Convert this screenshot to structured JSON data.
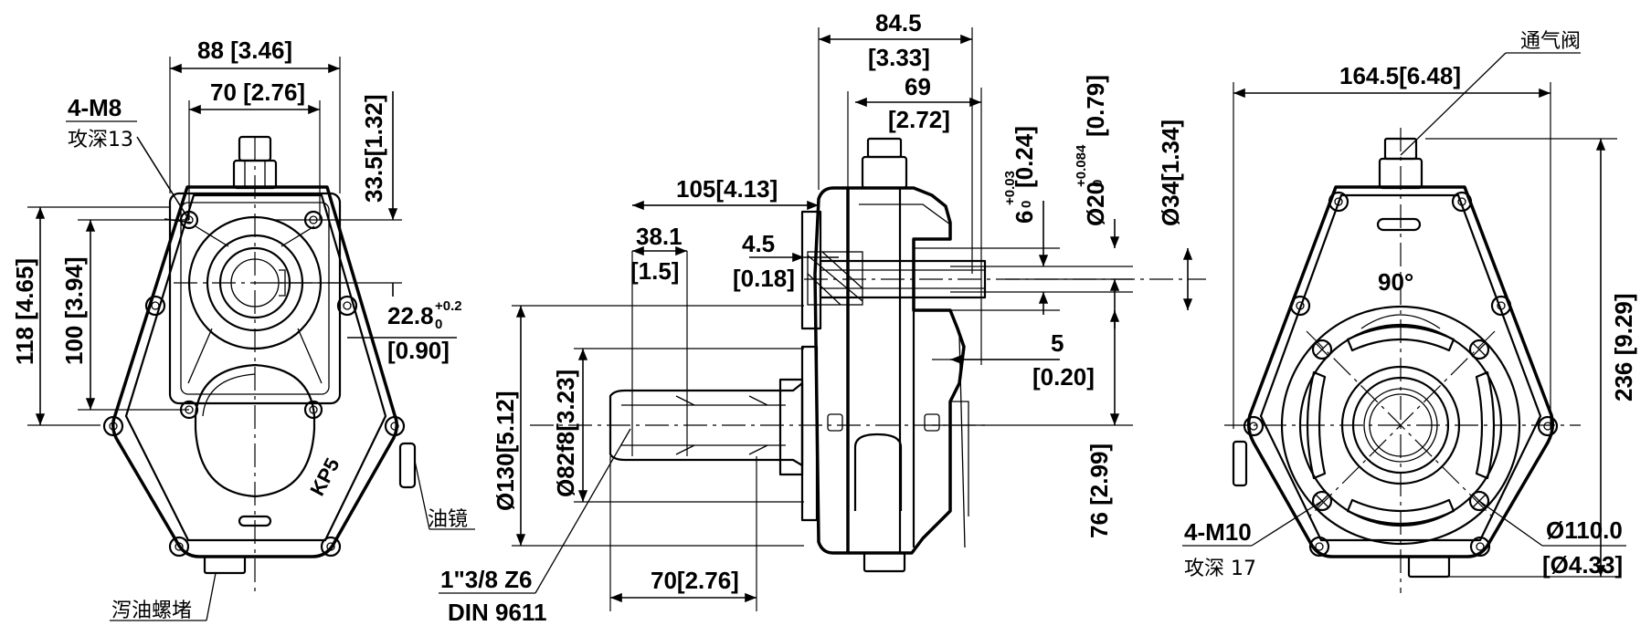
{
  "left_view": {
    "dim_width_outer": "88 [3.46]",
    "dim_width_inner": "70 [2.76]",
    "thread_label": "4-M8",
    "thread_depth": "攻深13",
    "dim_height_top": "33.5[1.32]",
    "dim_height_118": "118 [4.65]",
    "dim_height_100": "100 [3.94]",
    "tol_base": "22.8",
    "tol_upper": "+0.2",
    "tol_lower": "0",
    "tol_inch": "[0.90]",
    "brand": "KP5",
    "sight_glass": "油镜",
    "drain_plug": "泻油螺堵"
  },
  "side_view": {
    "dim_84": "84.5",
    "dim_84_in": "[3.33]",
    "dim_69": "69",
    "dim_69_in": "[2.72]",
    "dim_105": "105[4.13]",
    "dim_38": "38.1",
    "dim_38_in": "[1.5]",
    "dim_45": "4.5",
    "dim_45_in": "[0.18]",
    "dim_6": "6",
    "dim_6_tol_upper": "+0.03",
    "dim_6_tol_lower": "0",
    "dim_6_in": "[0.24]",
    "dim_20": "Ø20",
    "dim_20_tol_upper": "+0.084",
    "dim_20_tol_lower": "0",
    "dim_20_in": "[0.79]",
    "dim_34": "Ø34[1.34]",
    "dim_5": "5",
    "dim_5_in": "[0.20]",
    "dim_130": "Ø130[5.12]",
    "dim_82": "Ø82f8[3.23]",
    "dim_76": "76 [2.99]",
    "dim_70": "70[2.76]",
    "spline_1": "1\"3/8 Z6",
    "spline_2": "DIN 9611"
  },
  "right_view": {
    "vent_valve": "通气阀",
    "dim_width": "164.5[6.48]",
    "angle": "90°",
    "dim_height": "236 [9.29]",
    "thread_label": "4-M10",
    "thread_depth": "攻深 17",
    "pcd": "Ø110.0",
    "pcd_in": "[Ø4.33]"
  }
}
